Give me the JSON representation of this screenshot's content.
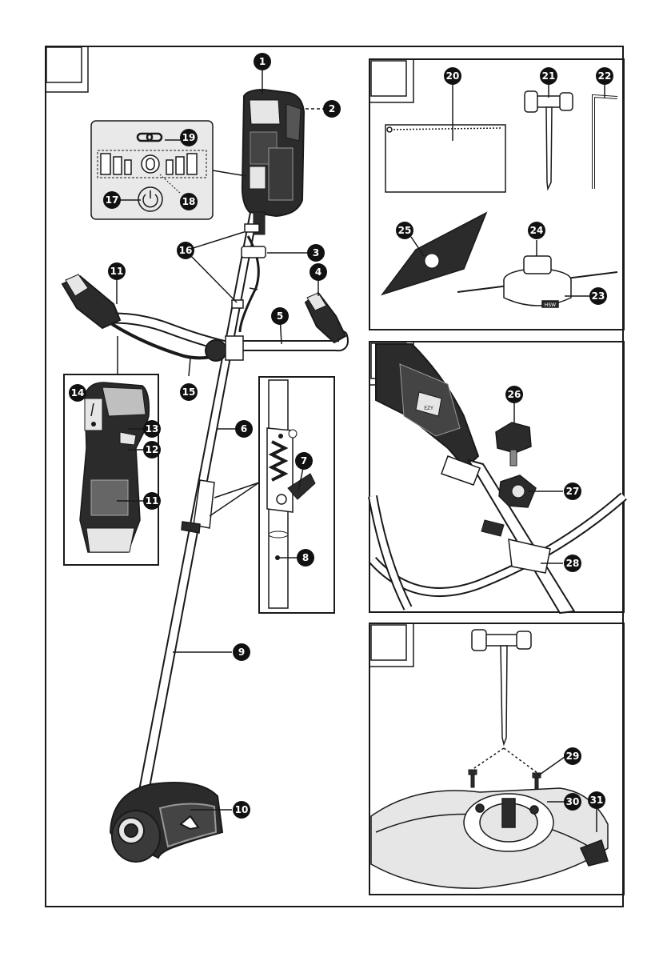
{
  "callouts": [
    {
      "id": "c1",
      "label": "1"
    },
    {
      "id": "c2",
      "label": "2"
    },
    {
      "id": "c3",
      "label": "3"
    },
    {
      "id": "c4",
      "label": "4"
    },
    {
      "id": "c5",
      "label": "5"
    },
    {
      "id": "c6",
      "label": "6"
    },
    {
      "id": "c7",
      "label": "7"
    },
    {
      "id": "c8",
      "label": "8"
    },
    {
      "id": "c9",
      "label": "9"
    },
    {
      "id": "c10",
      "label": "10"
    },
    {
      "id": "c11a",
      "label": "11"
    },
    {
      "id": "c11b",
      "label": "11"
    },
    {
      "id": "c12",
      "label": "12"
    },
    {
      "id": "c13",
      "label": "13"
    },
    {
      "id": "c14",
      "label": "14"
    },
    {
      "id": "c15",
      "label": "15"
    },
    {
      "id": "c16",
      "label": "16"
    },
    {
      "id": "c17",
      "label": "17"
    },
    {
      "id": "c18",
      "label": "18"
    },
    {
      "id": "c19",
      "label": "19"
    },
    {
      "id": "c20",
      "label": "20"
    },
    {
      "id": "c21",
      "label": "21"
    },
    {
      "id": "c22",
      "label": "22"
    },
    {
      "id": "c23",
      "label": "23"
    },
    {
      "id": "c24",
      "label": "24"
    },
    {
      "id": "c25",
      "label": "25"
    },
    {
      "id": "c26",
      "label": "26"
    },
    {
      "id": "c27",
      "label": "27"
    },
    {
      "id": "c28",
      "label": "28"
    },
    {
      "id": "c29",
      "label": "29"
    },
    {
      "id": "c30",
      "label": "30"
    },
    {
      "id": "c31",
      "label": "31"
    }
  ],
  "product_markings": {
    "spool_badge": "HSW",
    "head_label": "EZY"
  },
  "colors": {
    "line": "#1a1a1a",
    "callout_fill": "#111111",
    "callout_text": "#ffffff",
    "part_fill": "#2b2b2b",
    "light_fill": "#e6e6e6"
  }
}
